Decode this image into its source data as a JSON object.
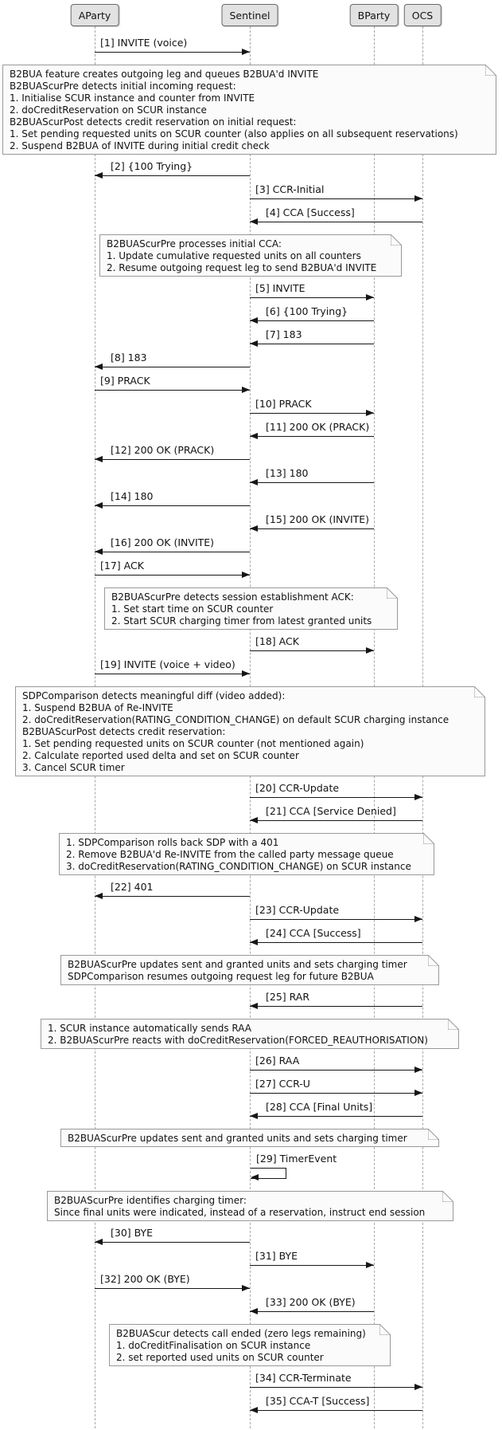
{
  "colors": {
    "background": "#ffffff",
    "participant_fill": "#E2E2E2",
    "participant_border": "#696969",
    "note_fill": "#FBFBFB",
    "note_border": "#999999",
    "lifeline": "#A8A8A8",
    "arrow": "#161616",
    "text": "#121212"
  },
  "participants": [
    {
      "id": "AParty",
      "label": "AParty"
    },
    {
      "id": "Sentinel",
      "label": "Sentinel"
    },
    {
      "id": "BParty",
      "label": "BParty"
    },
    {
      "id": "OCS",
      "label": "OCS"
    }
  ],
  "events": [
    {
      "type": "message",
      "seq": 1,
      "from": "AParty",
      "to": "Sentinel",
      "label": "[1] INVITE (voice)"
    },
    {
      "type": "note",
      "id": "b2bua-initial-request-note",
      "lines": [
        "B2BUA feature creates outgoing leg and queues B2BUA'd INVITE",
        "B2BUAScurPre detects initial incoming request:",
        "1. Initialise SCUR instance and counter from INVITE",
        "2. doCreditReservation on SCUR instance",
        "B2BUAScurPost detects credit reservation on initial request:",
        "1. Set pending requested units on SCUR counter (also applies on all subsequent reservations)",
        "2. Suspend B2BUA of INVITE during initial credit check"
      ]
    },
    {
      "type": "message",
      "seq": 2,
      "from": "Sentinel",
      "to": "AParty",
      "label": "[2] {100 Trying}"
    },
    {
      "type": "message",
      "seq": 3,
      "from": "Sentinel",
      "to": "OCS",
      "label": "[3] CCR-Initial"
    },
    {
      "type": "message",
      "seq": 4,
      "from": "OCS",
      "to": "Sentinel",
      "label": "[4] CCA [Success]"
    },
    {
      "type": "note",
      "id": "initial-cca-note",
      "lines": [
        "B2BUAScurPre processes initial CCA:",
        "1. Update cumulative requested units on all counters",
        "2. Resume outgoing request leg to send B2BUA'd INVITE"
      ]
    },
    {
      "type": "message",
      "seq": 5,
      "from": "Sentinel",
      "to": "BParty",
      "label": "[5] INVITE"
    },
    {
      "type": "message",
      "seq": 6,
      "from": "BParty",
      "to": "Sentinel",
      "label": "[6] {100 Trying}"
    },
    {
      "type": "message",
      "seq": 7,
      "from": "BParty",
      "to": "Sentinel",
      "label": "[7] 183"
    },
    {
      "type": "message",
      "seq": 8,
      "from": "Sentinel",
      "to": "AParty",
      "label": "[8] 183"
    },
    {
      "type": "message",
      "seq": 9,
      "from": "AParty",
      "to": "Sentinel",
      "label": "[9] PRACK"
    },
    {
      "type": "message",
      "seq": 10,
      "from": "Sentinel",
      "to": "BParty",
      "label": "[10] PRACK"
    },
    {
      "type": "message",
      "seq": 11,
      "from": "BParty",
      "to": "Sentinel",
      "label": "[11] 200 OK (PRACK)"
    },
    {
      "type": "message",
      "seq": 12,
      "from": "Sentinel",
      "to": "AParty",
      "label": "[12] 200 OK (PRACK)"
    },
    {
      "type": "message",
      "seq": 13,
      "from": "BParty",
      "to": "Sentinel",
      "label": "[13] 180"
    },
    {
      "type": "message",
      "seq": 14,
      "from": "Sentinel",
      "to": "AParty",
      "label": "[14] 180"
    },
    {
      "type": "message",
      "seq": 15,
      "from": "BParty",
      "to": "Sentinel",
      "label": "[15] 200 OK (INVITE)"
    },
    {
      "type": "message",
      "seq": 16,
      "from": "Sentinel",
      "to": "AParty",
      "label": "[16] 200 OK (INVITE)"
    },
    {
      "type": "message",
      "seq": 17,
      "from": "AParty",
      "to": "Sentinel",
      "label": "[17] ACK"
    },
    {
      "type": "note",
      "id": "session-establishment-ack-note",
      "lines": [
        "B2BUAScurPre detects session establishment ACK:",
        "1. Set start time on SCUR counter",
        "2. Start SCUR charging timer from latest granted units"
      ]
    },
    {
      "type": "message",
      "seq": 18,
      "from": "Sentinel",
      "to": "BParty",
      "label": "[18] ACK"
    },
    {
      "type": "message",
      "seq": 19,
      "from": "AParty",
      "to": "Sentinel",
      "label": "[19] INVITE (voice + video)"
    },
    {
      "type": "note",
      "id": "sdp-comparison-diff-note",
      "lines": [
        "SDPComparison detects meaningful diff (video added):",
        "1. Suspend B2BUA of Re-INVITE",
        "2. doCreditReservation(RATING_CONDITION_CHANGE) on default SCUR charging instance",
        "B2BUAScurPost detects credit reservation:",
        "1. Set pending requested units on SCUR counter (not mentioned again)",
        "2. Calculate reported used delta and set on SCUR counter",
        "3. Cancel SCUR timer"
      ]
    },
    {
      "type": "message",
      "seq": 20,
      "from": "Sentinel",
      "to": "OCS",
      "label": "[20] CCR-Update"
    },
    {
      "type": "message",
      "seq": 21,
      "from": "OCS",
      "to": "Sentinel",
      "label": "[21] CCA [Service Denied]"
    },
    {
      "type": "note",
      "id": "sdp-rollback-note",
      "lines": [
        "1. SDPComparison rolls back SDP with a 401",
        "2. Remove B2BUA'd Re-INVITE from the called party message queue",
        "3. doCreditReservation(RATING_CONDITION_CHANGE) on SCUR instance"
      ]
    },
    {
      "type": "message",
      "seq": 22,
      "from": "Sentinel",
      "to": "AParty",
      "label": "[22] 401"
    },
    {
      "type": "message",
      "seq": 23,
      "from": "Sentinel",
      "to": "OCS",
      "label": "[23] CCR-Update"
    },
    {
      "type": "message",
      "seq": 24,
      "from": "OCS",
      "to": "Sentinel",
      "label": "[24] CCA [Success]"
    },
    {
      "type": "note",
      "id": "update-units-resume-note",
      "lines": [
        "B2BUAScurPre updates sent and granted units and sets charging timer",
        "SDPComparison resumes outgoing request leg for future B2BUA"
      ]
    },
    {
      "type": "message",
      "seq": 25,
      "from": "OCS",
      "to": "Sentinel",
      "label": "[25] RAR"
    },
    {
      "type": "note",
      "id": "rar-raa-note",
      "lines": [
        "1. SCUR instance automatically sends RAA",
        "2. B2BUAScurPre reacts with doCreditReservation(FORCED_REAUTHORISATION)"
      ]
    },
    {
      "type": "message",
      "seq": 26,
      "from": "Sentinel",
      "to": "OCS",
      "label": "[26] RAA"
    },
    {
      "type": "message",
      "seq": 27,
      "from": "Sentinel",
      "to": "OCS",
      "label": "[27] CCR-U"
    },
    {
      "type": "message",
      "seq": 28,
      "from": "OCS",
      "to": "Sentinel",
      "label": "[28] CCA [Final Units]"
    },
    {
      "type": "note",
      "id": "update-units-note",
      "lines": [
        "B2BUAScurPre updates sent and granted units and sets charging timer"
      ]
    },
    {
      "type": "message",
      "seq": 29,
      "from": "Sentinel",
      "to": "Sentinel",
      "self": true,
      "label": "[29] TimerEvent"
    },
    {
      "type": "note",
      "id": "charging-timer-note",
      "lines": [
        "B2BUAScurPre identifies charging timer:",
        "Since final units were indicated, instead of a reservation, instruct end session"
      ]
    },
    {
      "type": "message",
      "seq": 30,
      "from": "Sentinel",
      "to": "AParty",
      "label": "[30] BYE"
    },
    {
      "type": "message",
      "seq": 31,
      "from": "Sentinel",
      "to": "BParty",
      "label": "[31] BYE"
    },
    {
      "type": "message",
      "seq": 32,
      "from": "AParty",
      "to": "Sentinel",
      "label": "[32] 200 OK (BYE)"
    },
    {
      "type": "message",
      "seq": 33,
      "from": "BParty",
      "to": "Sentinel",
      "label": "[33] 200 OK (BYE)"
    },
    {
      "type": "note",
      "id": "call-ended-note",
      "lines": [
        "B2BUAScur detects call ended (zero legs remaining)",
        "1. doCreditFinalisation on SCUR instance",
        "2. set reported used units on SCUR counter"
      ]
    },
    {
      "type": "message",
      "seq": 34,
      "from": "Sentinel",
      "to": "OCS",
      "label": "[34] CCR-Terminate"
    },
    {
      "type": "message",
      "seq": 35,
      "from": "OCS",
      "to": "Sentinel",
      "label": "[35] CCA-T [Success]"
    }
  ]
}
